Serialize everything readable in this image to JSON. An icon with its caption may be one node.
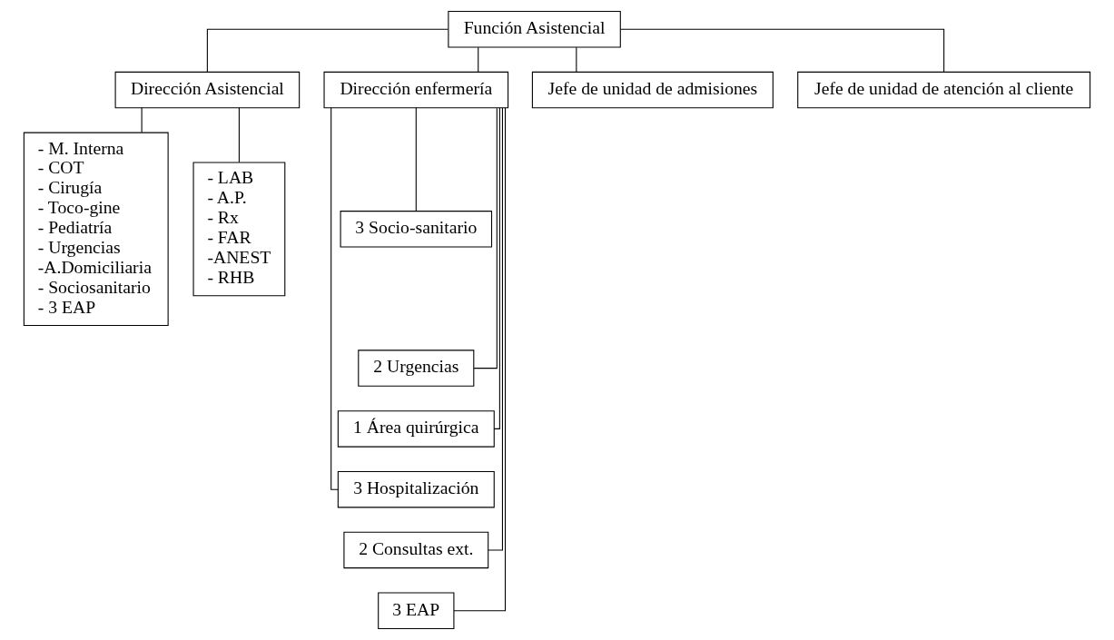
{
  "diagram": {
    "nodes": [
      {
        "text": [
          "Función Asistencial"
        ]
      },
      {
        "text": [
          "Dirección Asistencial"
        ]
      },
      {
        "text": [
          "Dirección enfermería"
        ]
      },
      {
        "text": [
          "Jefe de unidad de admisiones"
        ]
      },
      {
        "text": [
          "Jefe de unidad de atención al cliente"
        ]
      },
      {
        "text": [
          "- M. Interna",
          "- COT",
          "- Cirugía",
          "- Toco-gine",
          "- Pediatría",
          "- Urgencias",
          "-A.Domiciliaria",
          "- Sociosanitario",
          "- 3 EAP"
        ]
      },
      {
        "text": [
          "- LAB",
          "- A.P.",
          "- Rx",
          "- FAR",
          "-ANEST",
          "- RHB"
        ]
      },
      {
        "text": [
          "3 Socio-sanitario"
        ]
      },
      {
        "text": [
          "2 Urgencias"
        ]
      },
      {
        "text": [
          "1 Área quirúrgica"
        ]
      },
      {
        "text": [
          "3 Hospitalización"
        ]
      },
      {
        "text": [
          "2 Consultas ext."
        ]
      },
      {
        "text": [
          "3 EAP"
        ]
      }
    ],
    "edges": [
      {
        "from": 0,
        "to": 1,
        "arrow": "none"
      },
      {
        "from": 0,
        "to": 2,
        "arrow": "none"
      },
      {
        "from": 0,
        "to": 3,
        "arrow": "none"
      },
      {
        "from": 0,
        "to": 4,
        "arrow": "none"
      },
      {
        "from": 1,
        "to": 5,
        "arrow": "none"
      },
      {
        "from": 1,
        "to": 6,
        "arrow": "none"
      },
      {
        "from": 2,
        "to": 7,
        "arrow": "none"
      },
      {
        "from": 2,
        "to": 8,
        "arrow": "none"
      },
      {
        "from": 2,
        "to": 9,
        "arrow": "none"
      },
      {
        "from": 2,
        "to": 10,
        "arrow": "none"
      },
      {
        "from": 2,
        "to": 11,
        "arrow": "none"
      },
      {
        "from": 2,
        "to": 12,
        "arrow": "none"
      }
    ]
  }
}
